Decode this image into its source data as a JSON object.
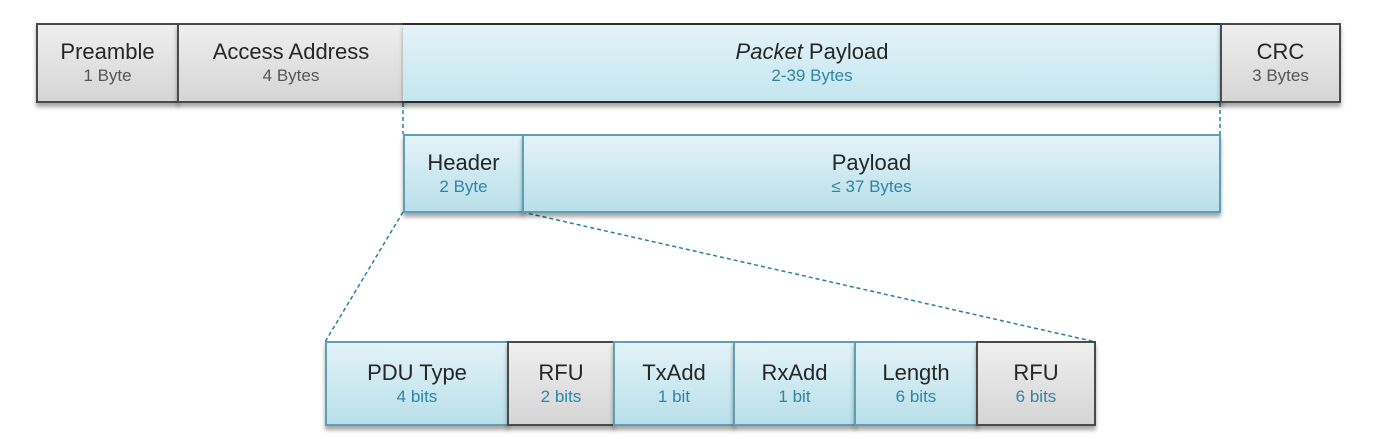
{
  "packet": {
    "preamble": {
      "title": "Preamble",
      "size": "1 Byte"
    },
    "access_address": {
      "title": "Access Address",
      "size": "4 Bytes"
    },
    "packet_payload": {
      "title_italic": "Packet",
      "title_rest": " Payload",
      "size": "2-39 Bytes"
    },
    "crc": {
      "title": "CRC",
      "size": "3 Bytes"
    }
  },
  "pdu": {
    "header": {
      "title": "Header",
      "size": "2 Byte"
    },
    "payload": {
      "title": "Payload",
      "size": "≤ 37 Bytes"
    }
  },
  "header_fields": [
    {
      "title": "PDU Type",
      "size": "4 bits",
      "style": "blue"
    },
    {
      "title": "RFU",
      "size": "2 bits",
      "style": "gray"
    },
    {
      "title": "TxAdd",
      "size": "1 bit",
      "style": "blue"
    },
    {
      "title": "RxAdd",
      "size": "1 bit",
      "style": "blue"
    },
    {
      "title": "Length",
      "size": "6 bits",
      "style": "blue"
    },
    {
      "title": "RFU",
      "size": "6 bits",
      "style": "gray"
    }
  ],
  "colors": {
    "gray_border": "#4a4a4a",
    "blue_border": "#5e9fb3",
    "blue_text": "#2d86a6",
    "dashed_line": "#2b7f9b"
  }
}
